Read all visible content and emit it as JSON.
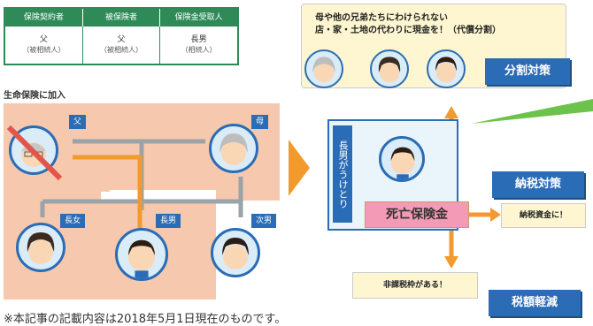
{
  "table": {
    "headers": [
      "保険契約者",
      "被保険者",
      "保険金受取人"
    ],
    "values": [
      "父",
      "父",
      "長男"
    ],
    "roles": [
      "（被相続人）",
      "（被相続人）",
      "（相続人）"
    ]
  },
  "section_label": "生命保険に加入",
  "family": {
    "father": "父",
    "mother": "母",
    "eldest_daughter": "長女",
    "eldest_son": "長男",
    "second_son": "次男"
  },
  "speech": {
    "line1": "母や他の兄弟たちにわけられない",
    "line2": "店・家・土地の代わりに現金を！（代償分割）"
  },
  "heir_box": {
    "vertical_label": "長男がうけとり",
    "death_benefit": "死亡保険金"
  },
  "measures": {
    "division": "分割対策",
    "tax_payment": "納税対策",
    "tax_reduction": "税額軽減"
  },
  "tax_payment_note": "納税資金に！",
  "tax_exempt_note": "非課税枠がある！",
  "footnote": "※本記事の記載内容は2018年5月1日現在のものです。",
  "colors": {
    "accent_blue": "#2a6cb5",
    "table_green": "#2e8b57",
    "family_bg": "#f6c8ae",
    "arrow_orange": "#f39a2e",
    "benefit_pink": "#f39bb6",
    "note_yellow": "#fdf6d0",
    "divider_green": "#6cc24a"
  }
}
